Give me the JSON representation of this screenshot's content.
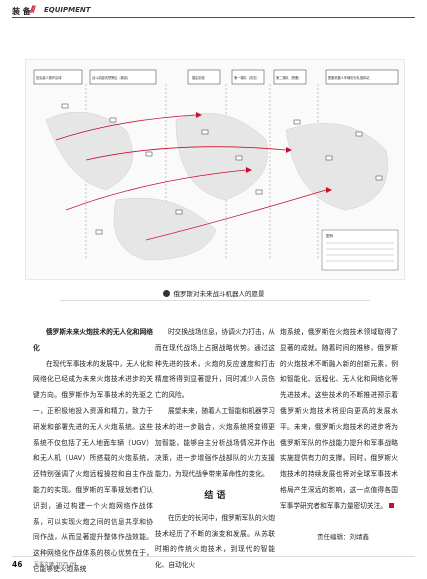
{
  "header": {
    "section": "装 备",
    "slashes": "///",
    "subtitle": "EQUIPMENT"
  },
  "figure": {
    "legend_title": "图例",
    "nodes": [
      {
        "label": "复杂敌人循环区域"
      },
      {
        "label": "战斗前敌情预警区（离线）"
      },
      {
        "label": "摄定前线"
      },
      {
        "label": "第一梯队（突击）"
      },
      {
        "label": "第二梯队（预备）"
      },
      {
        "label": "配备机器人车辆的分队指挥站"
      }
    ]
  },
  "caption": "俄罗斯对未来战斗机器人的愿景",
  "column1": {
    "subhead": "俄罗斯未来火炮技术的无人化和网络化",
    "text": "在现代军事技术的发展中，无人化和网络化已经成为未来火炮技术进步的关键方向。俄罗斯作为军事技术的先驱之一，正积极地投入资源和精力，致力于研发和部署先进的无人火炮系统。这些系统不仅包括了无人地面车辆（UGV）和无人机（UAV）所搭载的火炮系统，还特别强调了火炮远程操控和自主作战能力的实现。俄罗斯的军事规划者们认识到，通过构建一个火炮网络作战体系，可以实现火炮之间的信息共享和协同作战，从而显著提升整体作战效能。这种网络化作战体系的核心优势在于，它能够使火炮系统"
  },
  "column2": {
    "text1": "时交换战场信息，协调火力打击，从而在现代战场上占据战略优势。通过这种先进的技术，火炮的反应速度和打击精度将得到显著提升，同时减少人员伤亡的风险。",
    "text2": "展望未来，随着人工智能和机器学习技术的进一步融合，火炮系统将变得更加智能，能够自主分析战场情况并作出决策，进一步增强作战部队的火力支援能力，为现代战争带来革命性的变化。",
    "conclusion_title": "结  语",
    "text3": "在历史的长河中，俄罗斯军队的火炮技术经历了不断的演变和发展。从苏联时期的传统火炮技术，到现代的智能化、自动化火"
  },
  "column3": {
    "text": "炮系统，俄罗斯在火炮技术领域取得了显著的成就。随着时间的推移，俄罗斯的火炮技术不断融入新的创新元素，例如智能化、远程化、无人化和网络化等先进技术。这些技术的不断推进预示着俄罗斯火炮技术将迎向更高的发展水平。未来，俄罗斯火炮技术的进步将为俄罗斯军队的作战能力提升和军事战略实施提供有力的支撑。同时，俄罗斯火炮技术的持续发展也将对全球军事技术格局产生深远的影响，这一点值得各国军事学研究者和军事力量密切关注。"
  },
  "editor": "责任编辑：刘靖鑫",
  "footer": {
    "page": "46",
    "issue": "军事文摘 2025.09"
  }
}
